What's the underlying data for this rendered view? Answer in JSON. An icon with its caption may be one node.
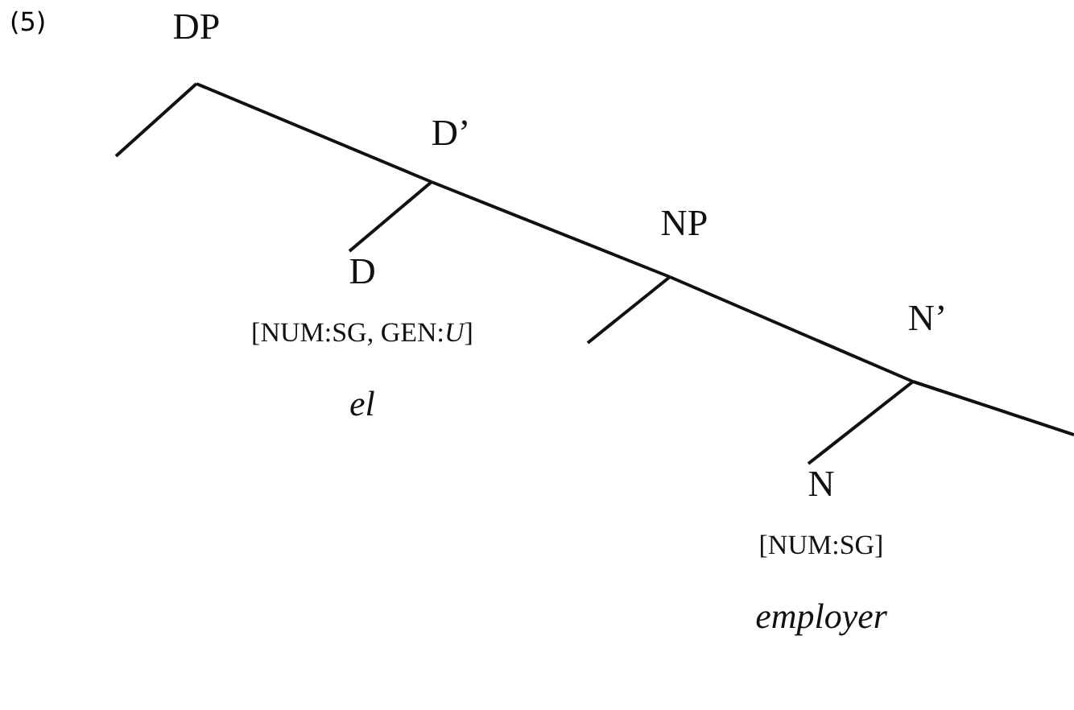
{
  "diagram": {
    "nodes": [
      {
        "text": [
          "DP"
        ]
      },
      {
        "text": [
          "D’"
        ]
      },
      {
        "text": [
          "D",
          "[NUM:SG,  GEN:*U*]",
          "el"
        ]
      },
      {
        "text": [
          "NP"
        ]
      },
      {
        "text": [
          "N’"
        ]
      },
      {
        "text": [
          "N",
          "[NUM:SG]",
          "employer"
        ]
      }
    ],
    "edges": [
      {
        "from": 0,
        "to": null,
        "arrow": "none"
      },
      {
        "from": 0,
        "to": 1,
        "arrow": "none"
      },
      {
        "from": 1,
        "to": 2,
        "arrow": "none"
      },
      {
        "from": 1,
        "to": 3,
        "arrow": "none"
      },
      {
        "from": 3,
        "to": null,
        "arrow": "none"
      },
      {
        "from": 3,
        "to": 4,
        "arrow": "none"
      },
      {
        "from": 4,
        "to": 5,
        "arrow": "none"
      },
      {
        "from": 4,
        "to": null,
        "arrow": "none"
      }
    ],
    "labels": [
      "(5)"
    ]
  }
}
